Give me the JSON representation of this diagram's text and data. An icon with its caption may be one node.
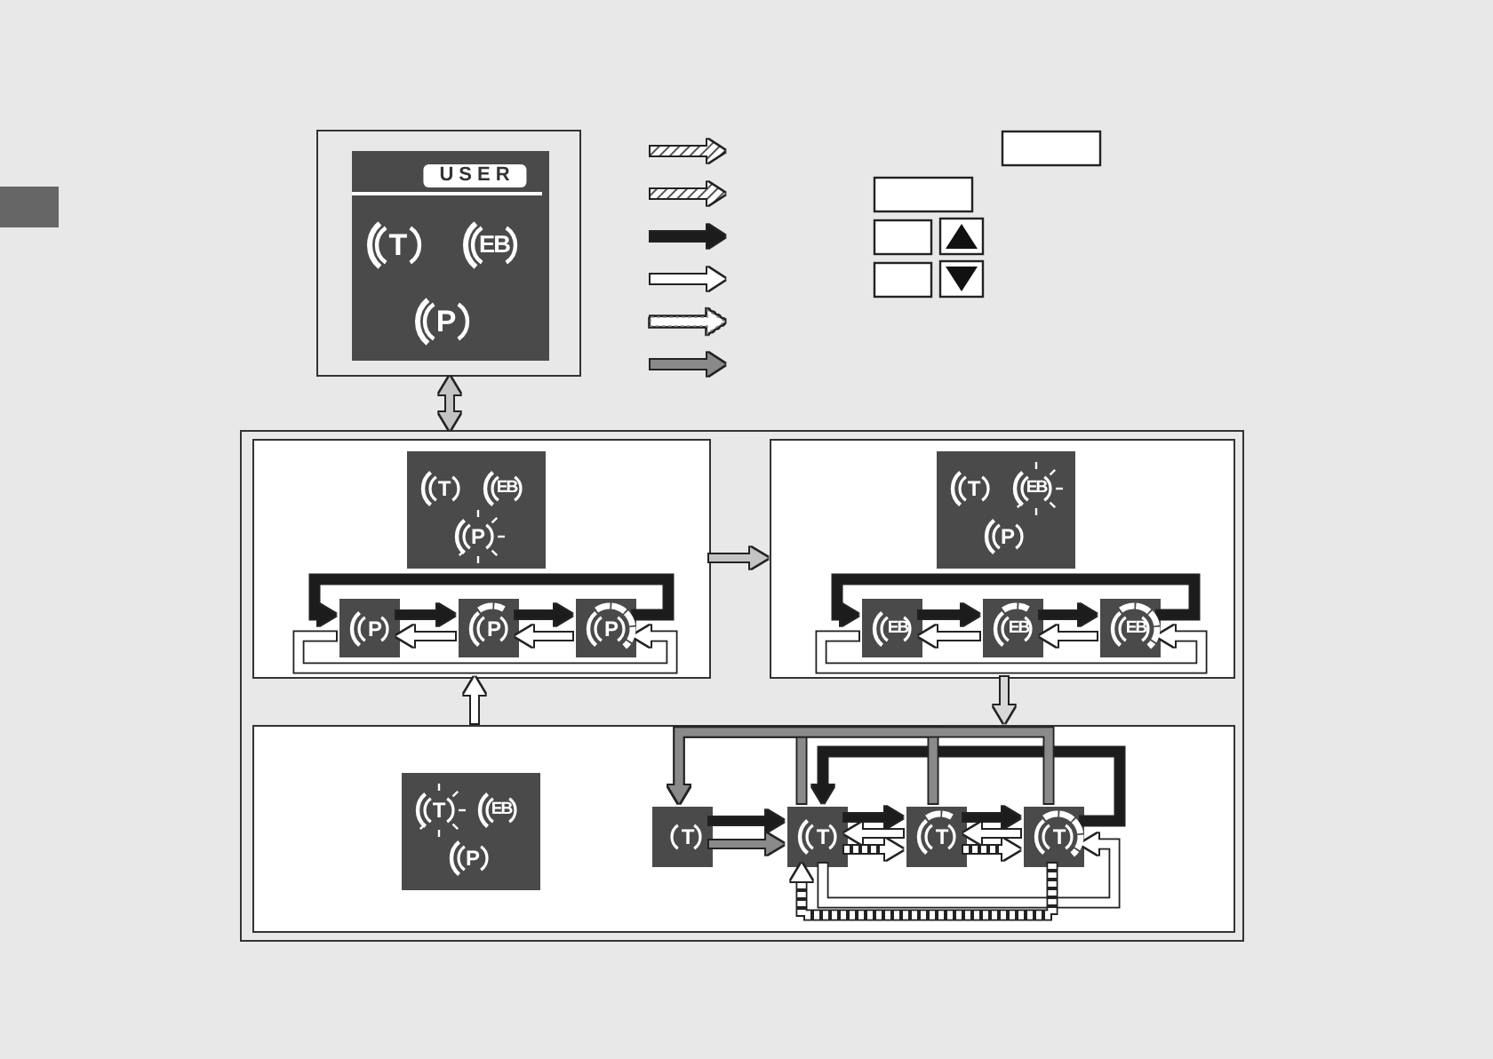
{
  "diagram": {
    "nodes": [
      {
        "text": [
          "USER",
          "T",
          "EB",
          "P"
        ]
      },
      {
        "text": [],
        "shape": "box"
      },
      {
        "text": [],
        "shape": "box",
        "in": 1
      },
      {
        "text": [
          "T",
          "EB",
          "P"
        ],
        "in": 2
      },
      {
        "text": [
          "P"
        ],
        "in": 2
      },
      {
        "text": [
          "P"
        ],
        "in": 2
      },
      {
        "text": [
          "P"
        ],
        "in": 2
      },
      {
        "text": [],
        "shape": "box",
        "in": 1
      },
      {
        "text": [
          "T",
          "EB",
          "P"
        ],
        "in": 7
      },
      {
        "text": [
          "EB"
        ],
        "in": 7
      },
      {
        "text": [
          "EB"
        ],
        "in": 7
      },
      {
        "text": [
          "EB"
        ],
        "in": 7
      },
      {
        "text": [],
        "shape": "box",
        "in": 1
      },
      {
        "text": [
          "T",
          "EB",
          "P"
        ],
        "in": 12
      },
      {
        "text": [
          "T"
        ],
        "in": 12
      },
      {
        "text": [
          "T"
        ],
        "in": 12
      },
      {
        "text": [
          "T"
        ],
        "in": 12
      },
      {
        "text": [
          "T"
        ],
        "in": 12
      }
    ],
    "edges": [
      {
        "from": 0,
        "to": 1,
        "arrow": "both",
        "color": "#c4c4c4"
      },
      {
        "from": 2,
        "to": 7,
        "arrow": "to",
        "color": "#c4c4c4"
      },
      {
        "from": 7,
        "to": 12,
        "arrow": "to",
        "color": "#d8d8d8"
      },
      {
        "from": 12,
        "to": 2,
        "arrow": "to",
        "color": "#ffffff"
      },
      {
        "from": 4,
        "to": 5,
        "arrow": "to",
        "color": "#1a1a1a"
      },
      {
        "from": 5,
        "to": 4,
        "arrow": "to",
        "color": "#ffffff"
      },
      {
        "from": 5,
        "to": 6,
        "arrow": "to",
        "color": "#1a1a1a"
      },
      {
        "from": 6,
        "to": 5,
        "arrow": "to",
        "color": "#ffffff"
      },
      {
        "from": 6,
        "to": 4,
        "arrow": "to",
        "color": "#1a1a1a"
      },
      {
        "from": 4,
        "to": 6,
        "arrow": "to",
        "color": "#ffffff"
      },
      {
        "from": 9,
        "to": 10,
        "arrow": "to",
        "color": "#1a1a1a"
      },
      {
        "from": 10,
        "to": 9,
        "arrow": "to",
        "color": "#ffffff"
      },
      {
        "from": 10,
        "to": 11,
        "arrow": "to",
        "color": "#1a1a1a"
      },
      {
        "from": 11,
        "to": 10,
        "arrow": "to",
        "color": "#ffffff"
      },
      {
        "from": 11,
        "to": 9,
        "arrow": "to",
        "color": "#1a1a1a"
      },
      {
        "from": 9,
        "to": 11,
        "arrow": "to",
        "color": "#ffffff"
      },
      {
        "from": 14,
        "to": 15,
        "arrow": "to",
        "color": "#1a1a1a"
      },
      {
        "from": 14,
        "to": 15,
        "arrow": "to",
        "color": "#8a8a8a"
      },
      {
        "from": 15,
        "to": 16,
        "arrow": "to",
        "color": "#1a1a1a"
      },
      {
        "from": 16,
        "to": 15,
        "arrow": "to",
        "color": "#ffffff"
      },
      {
        "from": 15,
        "to": 16,
        "arrow": "to",
        "style": "dashed",
        "color": "#ffffff"
      },
      {
        "from": 16,
        "to": 17,
        "arrow": "to",
        "color": "#1a1a1a"
      },
      {
        "from": 17,
        "to": 16,
        "arrow": "to",
        "color": "#ffffff"
      },
      {
        "from": 16,
        "to": 17,
        "arrow": "to",
        "style": "dashed",
        "color": "#ffffff"
      },
      {
        "from": 17,
        "to": 15,
        "arrow": "to",
        "color": "#1a1a1a"
      },
      {
        "from": 15,
        "to": 14,
        "arrow": "to",
        "color": "#8a8a8a"
      },
      {
        "from": 16,
        "to": 14,
        "arrow": "to",
        "color": "#8a8a8a"
      },
      {
        "from": 17,
        "to": 14,
        "arrow": "to",
        "color": "#8a8a8a"
      },
      {
        "from": 15,
        "to": 17,
        "arrow": "to",
        "color": "#ffffff"
      },
      {
        "from": 17,
        "to": 15,
        "arrow": "to",
        "style": "dashed",
        "color": "#ffffff"
      }
    ]
  }
}
